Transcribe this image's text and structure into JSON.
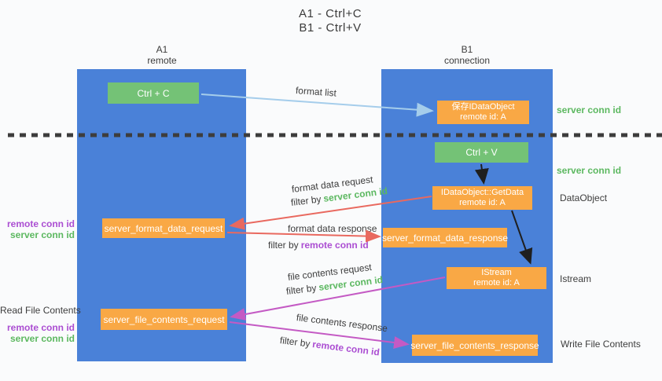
{
  "header": {
    "title_line1": "A1 - Ctrl+C",
    "title_line2": "B1 - Ctrl+V"
  },
  "columns": {
    "left_id": "A1",
    "left_subtitle": "remote",
    "right_id": "B1",
    "right_subtitle": "connection"
  },
  "boxes": {
    "ctrl_c": "Ctrl + C",
    "save_idataobject_line1": "保存IDataObject",
    "save_idataobject_line2": "remote id: A",
    "ctrl_v": "Ctrl + V",
    "getdata_line1": "IDataObject::GetData",
    "getdata_line2": "remote id: A",
    "format_request": "server_format_data_request",
    "format_response": "server_format_data_response",
    "istream_line1": "IStream",
    "istream_line2": "remote id: A",
    "file_request": "server_file_contents_request",
    "file_response": "server_file_contents_response"
  },
  "labels": {
    "format_list": "format list",
    "format_data_request": "format data request",
    "format_data_response": "format data response",
    "file_contents_request": "file contents request",
    "file_contents_response": "file contents response",
    "filter_by": "filter by",
    "server_conn_id": "server conn id",
    "remote_conn_id": "remote conn id",
    "dataobject": "DataObject",
    "istream": "Istream",
    "read_file_contents": "Read File Contents",
    "write_file_contents": "Write File Contents"
  },
  "colors": {
    "column_blue": "#4a81d8",
    "box_green": "#74c276",
    "box_orange": "#f9a845",
    "text_dark": "#3d3d3d",
    "conn_id_green": "#5cb860",
    "conn_id_purple": "#ab4ed2",
    "arrow_light_blue": "#a5cdeb",
    "arrow_red": "#e9695f",
    "arrow_magenta": "#c45ac4",
    "arrow_black": "#1f1f1f",
    "dashed_line": "#3d3d3d"
  }
}
